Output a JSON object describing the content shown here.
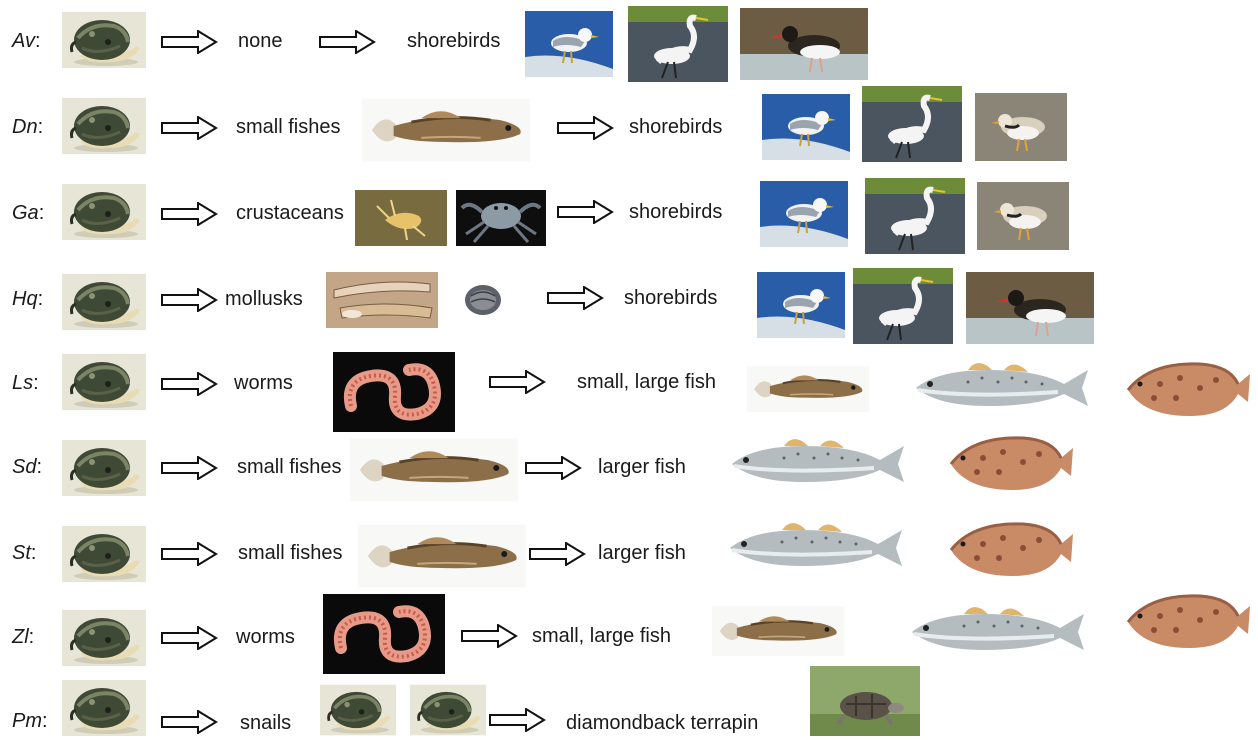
{
  "rows": [
    {
      "label": "Av",
      "host": "none",
      "pred": "shorebirds"
    },
    {
      "label": "Dn",
      "host": "small fishes",
      "pred": "shorebirds"
    },
    {
      "label": "Ga",
      "host": "crustaceans",
      "pred": "shorebirds"
    },
    {
      "label": "Hq",
      "host": "mollusks",
      "pred": "shorebirds"
    },
    {
      "label": "Ls",
      "host": "worms",
      "pred": "small, large fish"
    },
    {
      "label": "Sd",
      "host": "small fishes",
      "pred": "larger fish"
    },
    {
      "label": "St",
      "host": "small fishes",
      "pred": "larger fish"
    },
    {
      "label": "Zl",
      "host": "worms",
      "pred": "small, large fish"
    },
    {
      "label": "Pm",
      "host": "snails",
      "pred": "diamondback terrapin"
    }
  ],
  "icons": [
    "mud-snail",
    "gull",
    "egret",
    "oystercatcher",
    "plover",
    "goby",
    "amphipod",
    "crab",
    "razor-clam",
    "clam",
    "polychaete-worm",
    "seatrout",
    "flounder",
    "terrapin"
  ]
}
